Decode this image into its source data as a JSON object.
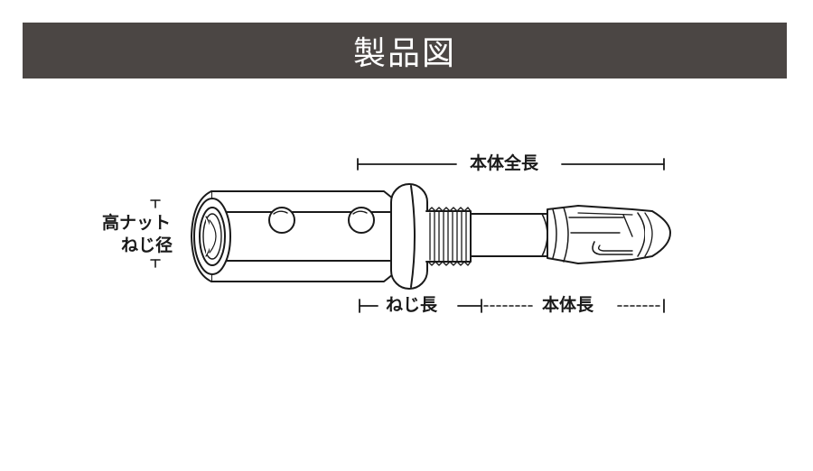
{
  "header": {
    "title": "製品図"
  },
  "colors": {
    "banner_bg": "#4b4644",
    "line": "#1a1a1a",
    "fill": "#ffffff"
  },
  "dimensions": {
    "body_total_length": "本体全長",
    "height_nut": "高ナット",
    "thread_diameter": "ねじ径",
    "thread_length": "ねじ長",
    "body_length": "本体長"
  }
}
